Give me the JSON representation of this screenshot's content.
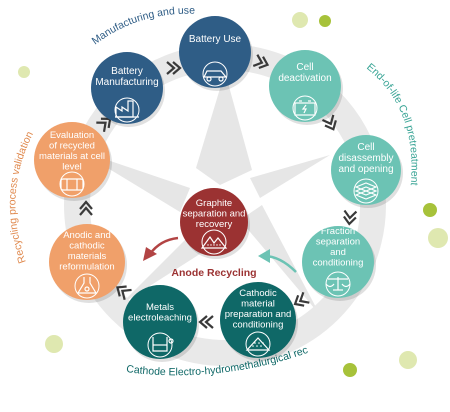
{
  "arc_labels": {
    "top": "Manufacturing and use",
    "right": "End-of-life Cell pretreatment",
    "left": "Recycling process validation",
    "bottom": "Cathode Electro-hydromethalurgical recycling",
    "center": "Anode Recycling"
  },
  "nodes": [
    {
      "id": "battery-use",
      "lines": [
        "Battery Use"
      ],
      "color": "#2f5d86",
      "icon": "car-icon"
    },
    {
      "id": "cell-deactivation",
      "lines": [
        "Cell",
        "deactivation"
      ],
      "color": "#6cc3b4",
      "icon": "battery-icon"
    },
    {
      "id": "cell-disassembly",
      "lines": [
        "Cell",
        "disassembly",
        "and opening"
      ],
      "color": "#6cc3b4",
      "icon": "layers-icon"
    },
    {
      "id": "fraction-separation",
      "lines": [
        "Fraction",
        "separation",
        "and",
        "conditioning"
      ],
      "color": "#6cc3b4",
      "icon": "scale-icon"
    },
    {
      "id": "cathodic-material",
      "lines": [
        "Cathodic",
        "material",
        "preparation and",
        "conditioning"
      ],
      "color": "#0f6867",
      "icon": "powder-icon"
    },
    {
      "id": "metals-electroleaching",
      "lines": [
        "Metals",
        "electroleaching"
      ],
      "color": "#0f6867",
      "icon": "beaker-icon"
    },
    {
      "id": "anodic-cathodic",
      "lines": [
        "Anodic and",
        "cathodic",
        "materials",
        "reformulation"
      ],
      "color": "#f0a06a",
      "icon": "flask-icon"
    },
    {
      "id": "evaluation",
      "lines": [
        "Evaluation",
        "of recycled",
        "materials at cell",
        "level"
      ],
      "color": "#f0a06a",
      "icon": "cell-icon"
    },
    {
      "id": "battery-manufacturing",
      "lines": [
        "Battery",
        "Manufacturing"
      ],
      "color": "#2f5d86",
      "icon": "factory-icon"
    },
    {
      "id": "graphite",
      "lines": [
        "Graphite",
        "separation and",
        "recovery"
      ],
      "color": "#9b3232",
      "icon": "mountain-icon"
    }
  ]
}
